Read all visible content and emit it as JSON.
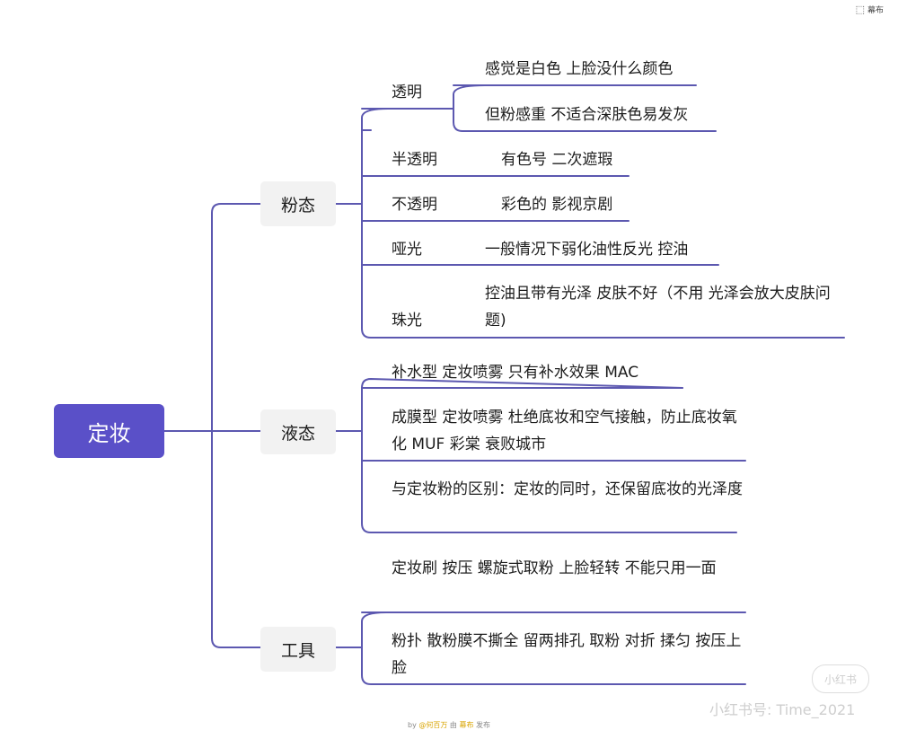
{
  "brand": {
    "icon": "mubu-logo-icon",
    "label": "幕布"
  },
  "colors": {
    "accent": "#5a50c8",
    "line": "#5c58b0",
    "branch_bg": "#f2f2f2"
  },
  "root": "定妆",
  "branches": [
    {
      "label": "粉态",
      "children": [
        {
          "label": "透明",
          "children": [
            "感觉是白色 上脸没什么颜色",
            "但粉感重 不适合深肤色易发灰"
          ]
        },
        {
          "label": "半透明",
          "detail": "有色号 二次遮瑕"
        },
        {
          "label": "不透明",
          "detail": "彩色的  影视京剧"
        },
        {
          "label": "哑光",
          "detail": "一般情况下弱化油性反光 控油"
        },
        {
          "label": "珠光",
          "detail": "控油且带有光泽  皮肤不好（不用 光泽会放大皮肤问题)"
        }
      ]
    },
    {
      "label": "液态",
      "children": [
        "补水型 定妆喷雾 只有补水效果  MAC",
        "成膜型 定妆喷雾 杜绝底妆和空气接触，防止底妆氧化 MUF 彩棠 衰败城市",
        "与定妆粉的区别：定妆的同时，还保留底妆的光泽度"
      ]
    },
    {
      "label": "工具",
      "children": [
        "定妆刷 按压 螺旋式取粉 上脸轻转 不能只用一面",
        "粉扑 散粉膜不撕全 留两排孔 取粉 对折 揉匀 按压上脸"
      ]
    }
  ],
  "footer": {
    "by": "by",
    "author": "@何百万",
    "mid": "由",
    "service": "幕布",
    "end": "发布"
  },
  "watermark": {
    "badge": "小红书",
    "text": "小红书号: Time_2021"
  }
}
